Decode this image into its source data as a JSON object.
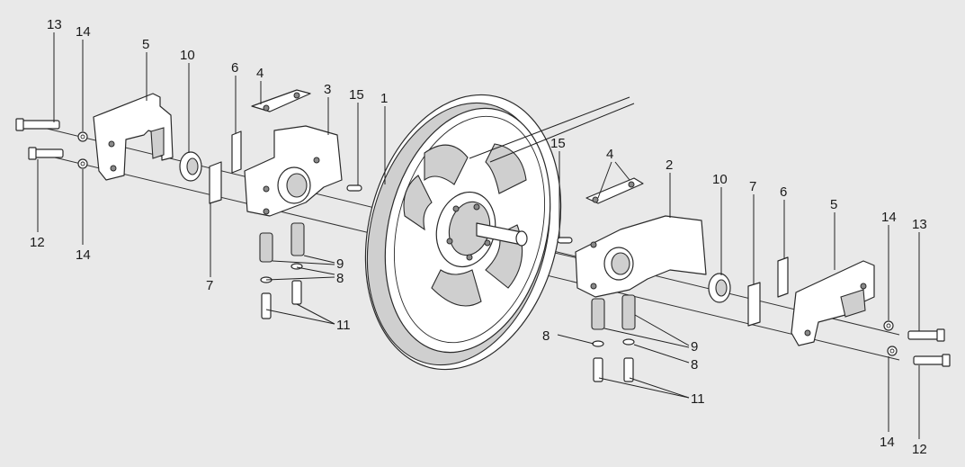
{
  "diagram": {
    "callouts": [
      {
        "id": "c13a",
        "text": "13"
      },
      {
        "id": "c14a",
        "text": "14"
      },
      {
        "id": "c5a",
        "text": "5"
      },
      {
        "id": "c10a",
        "text": "10"
      },
      {
        "id": "c6a",
        "text": "6"
      },
      {
        "id": "c4a",
        "text": "4"
      },
      {
        "id": "c3",
        "text": "3"
      },
      {
        "id": "c15a",
        "text": "15"
      },
      {
        "id": "c1",
        "text": "1"
      },
      {
        "id": "c12a",
        "text": "12"
      },
      {
        "id": "c14b",
        "text": "14"
      },
      {
        "id": "c7a",
        "text": "7"
      },
      {
        "id": "c9a",
        "text": "9"
      },
      {
        "id": "c8a",
        "text": "8"
      },
      {
        "id": "c11a",
        "text": "11"
      },
      {
        "id": "c15b",
        "text": "15"
      },
      {
        "id": "c4b",
        "text": "4"
      },
      {
        "id": "c2",
        "text": "2"
      },
      {
        "id": "c10b",
        "text": "10"
      },
      {
        "id": "c7b",
        "text": "7"
      },
      {
        "id": "c6b",
        "text": "6"
      },
      {
        "id": "c5b",
        "text": "5"
      },
      {
        "id": "c14c",
        "text": "14"
      },
      {
        "id": "c13b",
        "text": "13"
      },
      {
        "id": "c8b",
        "text": "8"
      },
      {
        "id": "c9b",
        "text": "9"
      },
      {
        "id": "c8c",
        "text": "8"
      },
      {
        "id": "c11b",
        "text": "11"
      },
      {
        "id": "c14d",
        "text": "14"
      },
      {
        "id": "c12b",
        "text": "12"
      }
    ]
  }
}
